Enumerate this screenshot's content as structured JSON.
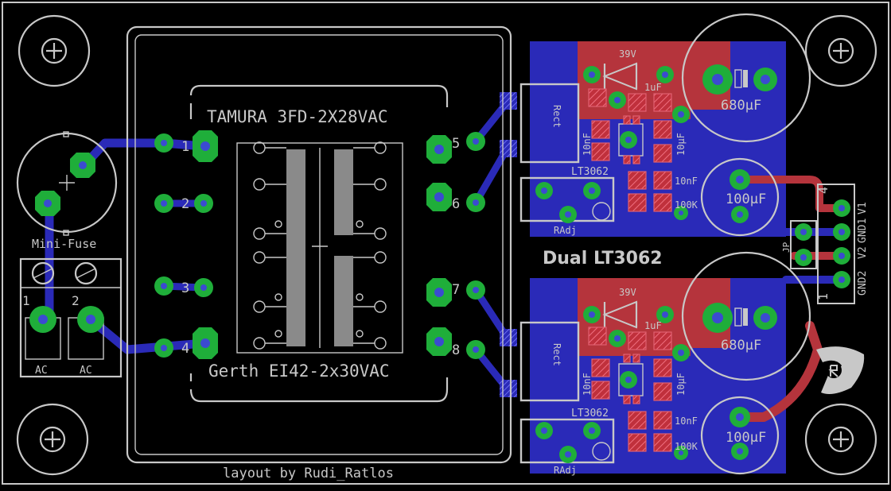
{
  "labels": {
    "transformer_top": "TAMURA 3FD-2X28VAC",
    "transformer_bottom": "Gerth EI42-2x30VAC",
    "fuse": "Mini-Fuse",
    "board_title": "Dual LT3062",
    "credit": "layout by Rudi_Ratlos",
    "pin1": "1",
    "pin2": "2",
    "pin3": "3",
    "pin4": "4",
    "pin5": "5",
    "pin6": "6",
    "pin7": "7",
    "pin8": "8",
    "ac": "AC",
    "term1": "1",
    "term2": "2",
    "jp": "JP",
    "conn_pin1": "1",
    "conn_pin4": "4",
    "conn_gnd2": "GND2",
    "conn_v2": "V2",
    "conn_gnd1": "GND1",
    "conn_v1": "V1"
  },
  "regulators": [
    {
      "zener": "39V",
      "cap_small": "1uF",
      "cap_big": "680µF",
      "chip": "LT3062",
      "cap_10nf_a": "10nF",
      "cap_10uf": "10µF",
      "cap_10nf_b": "10nF",
      "cap_100uf": "100µF",
      "res": "100K",
      "trim": "RAdj",
      "rect": "Rect"
    },
    {
      "zener": "39V",
      "cap_small": "1uF",
      "cap_big": "680µF",
      "chip": "LT3062",
      "cap_10nf_a": "10nF",
      "cap_10uf": "10µF",
      "cap_10nf_b": "10nF",
      "cap_100uf": "100µF",
      "res": "100K",
      "trim": "RAdj",
      "rect": "Rect"
    }
  ],
  "colors": {
    "background": "#000000",
    "silkscreen": "#c8c8c8",
    "copper_bottom": "#2a2ab8",
    "copper_top": "#b5343c",
    "pad": "#1fae3a",
    "drill": "#3b4bd0"
  }
}
